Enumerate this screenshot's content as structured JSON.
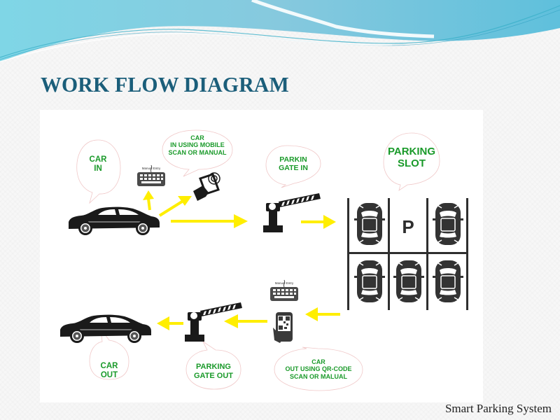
{
  "slide": {
    "title": "WORK FLOW DIAGRAM",
    "footer": "Smart Parking System"
  },
  "colors": {
    "title": "#1b5e7a",
    "bubble_text": "#1a9a2a",
    "arrow": "#ffee00",
    "icon": "#1a1a1a",
    "wave_light": "#a8dfe8",
    "wave_mid": "#6fc9dd"
  },
  "diagram": {
    "entry_flow": {
      "car_in_bubble": [
        "CAR",
        "IN"
      ],
      "mobile_bubble": [
        "CAR",
        "IN USING MOBILE",
        "SCAN OR MANUAL"
      ],
      "gate_in_bubble": [
        "PARKIN",
        "GATE IN"
      ],
      "slot_bubble": [
        "PARKING",
        "SLOT"
      ],
      "keyboard_caption": "Manual Entry"
    },
    "parking_lot": {
      "rows": 2,
      "cols": 3,
      "slots": [
        "car",
        "empty",
        "car",
        "car",
        "car",
        "car"
      ],
      "empty_label": "P"
    },
    "exit_flow": {
      "car_out_bubble": [
        "CAR",
        "OUT"
      ],
      "gate_out_bubble": [
        "PARKING",
        "GATE OUT"
      ],
      "qr_bubble": [
        "CAR",
        "OUT USING QR-CODE",
        "SCAN OR MALUAL"
      ],
      "keyboard_caption": "Manual Entry"
    }
  }
}
